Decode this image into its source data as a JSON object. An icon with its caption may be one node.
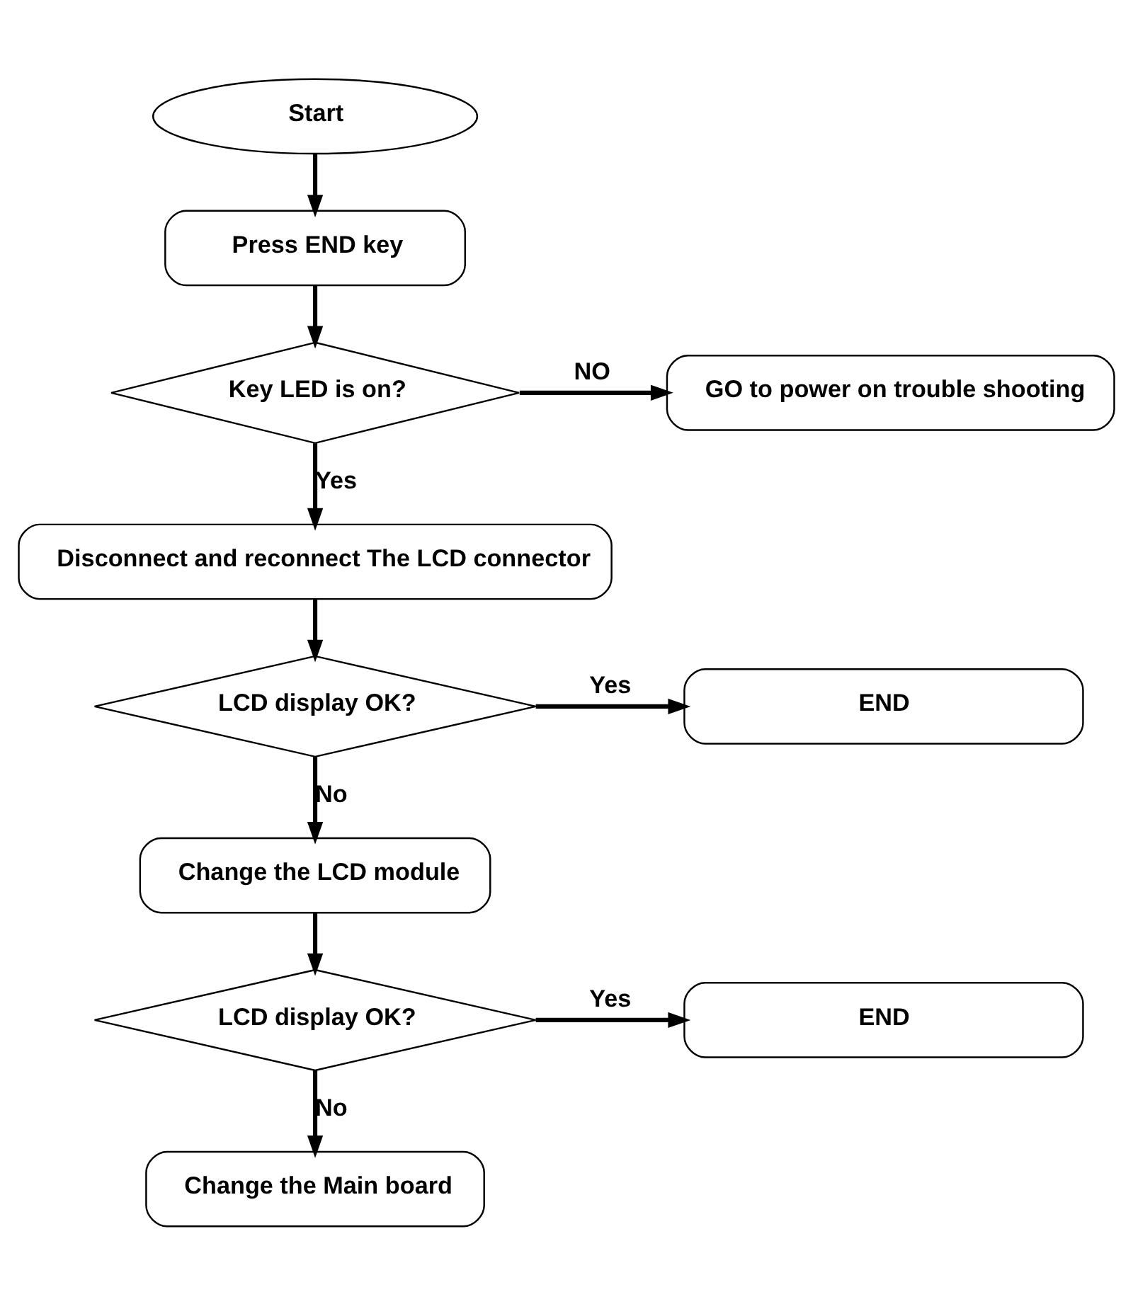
{
  "diagram": {
    "nodes": [
      {
        "text": [
          "Start"
        ]
      },
      {
        "text": [
          "Press END key"
        ]
      },
      {
        "text": [
          "Key LED is on?"
        ]
      },
      {
        "text": [
          "GO to power on trouble shooting"
        ]
      },
      {
        "text": [
          "Disconnect and reconnect The LCD connector"
        ]
      },
      {
        "text": [
          "LCD display OK?"
        ]
      },
      {
        "text": [
          "END"
        ]
      },
      {
        "text": [
          "Change the LCD module"
        ]
      },
      {
        "text": [
          "LCD display OK?"
        ]
      },
      {
        "text": [
          "END"
        ]
      },
      {
        "text": [
          "Change the Main board"
        ]
      }
    ],
    "edges": [
      {
        "from": 0,
        "to": 1,
        "arrow": "to"
      },
      {
        "from": 1,
        "to": 2,
        "arrow": "to"
      },
      {
        "from": 2,
        "to": 3,
        "arrow": "to",
        "label": "NO"
      },
      {
        "from": 2,
        "to": 4,
        "arrow": "to",
        "label": "Yes"
      },
      {
        "from": 4,
        "to": 5,
        "arrow": "to"
      },
      {
        "from": 5,
        "to": 6,
        "arrow": "to",
        "label": "Yes"
      },
      {
        "from": 5,
        "to": 7,
        "arrow": "to",
        "label": "No"
      },
      {
        "from": 7,
        "to": 8,
        "arrow": "to"
      },
      {
        "from": 8,
        "to": 9,
        "arrow": "to",
        "label": "Yes"
      },
      {
        "from": 8,
        "to": 10,
        "arrow": "to",
        "label": "No"
      }
    ]
  }
}
